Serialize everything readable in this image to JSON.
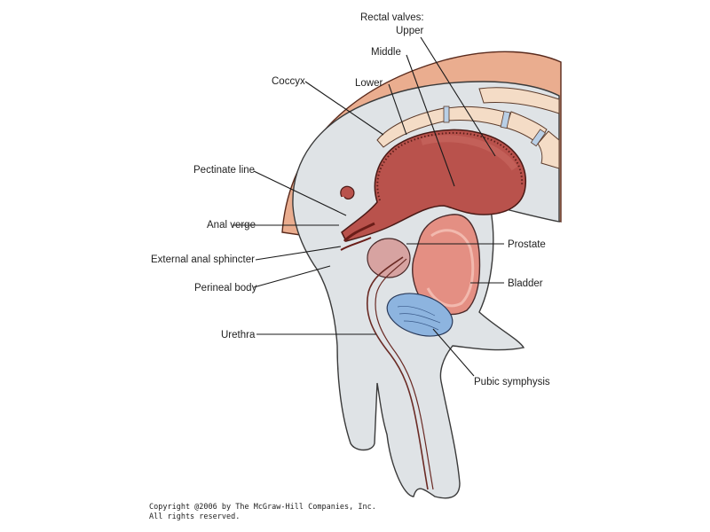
{
  "labels": {
    "rectal_valves": "Rectal valves:",
    "upper": "Upper",
    "middle": "Middle",
    "lower": "Lower",
    "coccyx": "Coccyx",
    "pectinate_line": "Pectinate line",
    "anal_verge": "Anal verge",
    "external_anal_sphincter": "External anal sphincter",
    "perineal_body": "Perineal body",
    "urethra": "Urethra",
    "prostate": "Prostate",
    "bladder": "Bladder",
    "pubic_symphysis": "Pubic symphysis"
  },
  "copyright": {
    "line1": "Copyright @2006 by The McGraw-Hill Companies, Inc.",
    "line2": "All rights reserved."
  },
  "colors": {
    "sacrum_skin": "#eaad8f",
    "body_tissue": "#dfe3e6",
    "rectum": "#b9524c",
    "prostate": "#d7a3a1",
    "bladder": "#e48f83",
    "pubic_symphysis": "#8db4df",
    "vertebrae": "#f4dcc6",
    "intervertebral_disc": "#b9cfe6"
  }
}
